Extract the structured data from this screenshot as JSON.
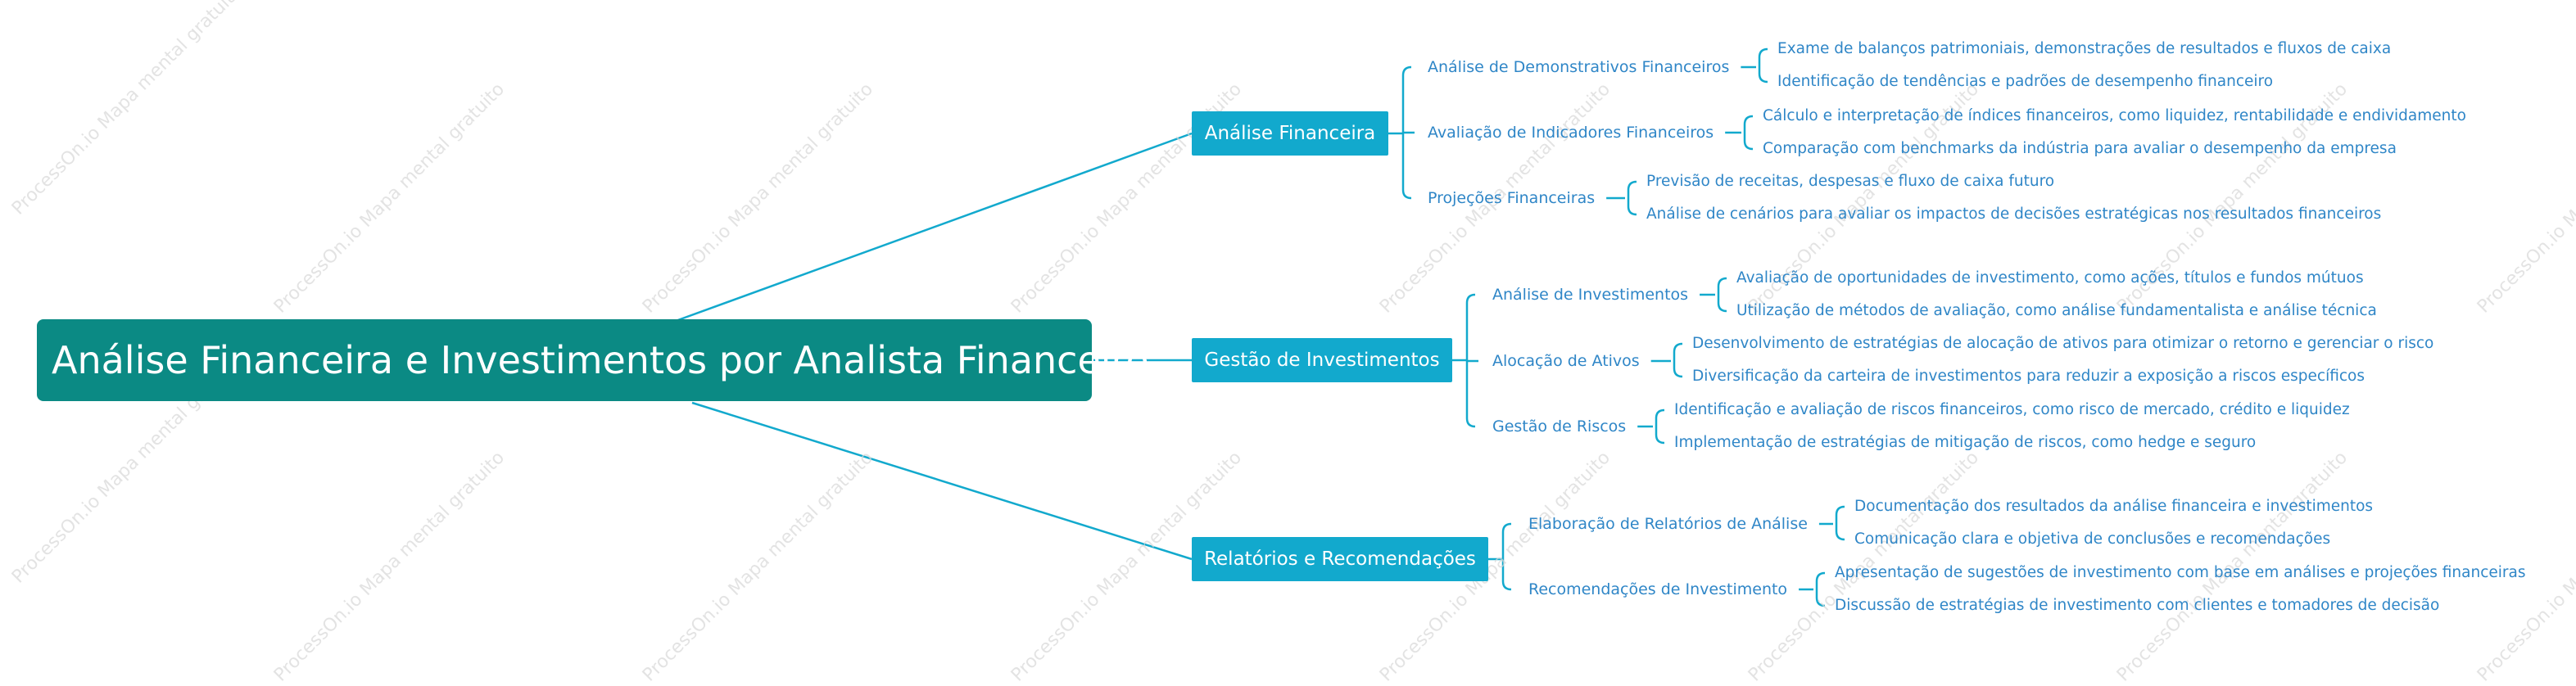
{
  "root": {
    "label": "Análise Financeira e Investimentos por Analista Financeiro"
  },
  "watermark": "ProcessOn.io Mapa mental gratuito",
  "colors": {
    "root": "#0b8a84",
    "branch": "#12a9cd",
    "line": "#12a9cd",
    "text": "#2f86c7"
  },
  "branches": [
    {
      "label": "Análise Financeira",
      "subs": [
        {
          "label": "Análise de Demonstrativos Financeiros",
          "leaves": [
            "Exame de balanços patrimoniais, demonstrações de resultados e fluxos de caixa",
            "Identificação de tendências e padrões de desempenho financeiro"
          ]
        },
        {
          "label": "Avaliação de Indicadores Financeiros",
          "leaves": [
            "Cálculo e interpretação de índices financeiros, como liquidez, rentabilidade e endividamento",
            "Comparação com benchmarks da indústria para avaliar o desempenho da empresa"
          ]
        },
        {
          "label": "Projeções Financeiras",
          "leaves": [
            "Previsão de receitas, despesas e fluxo de caixa futuro",
            "Análise de cenários para avaliar os impactos de decisões estratégicas nos resultados financeiros"
          ]
        }
      ]
    },
    {
      "label": "Gestão de Investimentos",
      "subs": [
        {
          "label": "Análise de Investimentos",
          "leaves": [
            "Avaliação de oportunidades de investimento, como ações, títulos e fundos mútuos",
            "Utilização de métodos de avaliação, como análise fundamentalista e análise técnica"
          ]
        },
        {
          "label": "Alocação de Ativos",
          "leaves": [
            "Desenvolvimento de estratégias de alocação de ativos para otimizar o retorno e gerenciar o risco",
            "Diversificação da carteira de investimentos para reduzir a exposição a riscos específicos"
          ]
        },
        {
          "label": "Gestão de Riscos",
          "leaves": [
            "Identificação e avaliação de riscos financeiros, como risco de mercado, crédito e liquidez",
            "Implementação de estratégias de mitigação de riscos, como hedge e seguro"
          ]
        }
      ]
    },
    {
      "label": "Relatórios e Recomendações",
      "subs": [
        {
          "label": "Elaboração de Relatórios de Análise",
          "leaves": [
            "Documentação dos resultados da análise financeira e investimentos",
            "Comunicação clara e objetiva de conclusões e recomendações"
          ]
        },
        {
          "label": "Recomendações de Investimento",
          "leaves": [
            "Apresentação de sugestões de investimento com base em análises e projeções financeiras",
            "Discussão de estratégias de investimento com clientes e tomadores de decisão"
          ]
        }
      ]
    }
  ]
}
